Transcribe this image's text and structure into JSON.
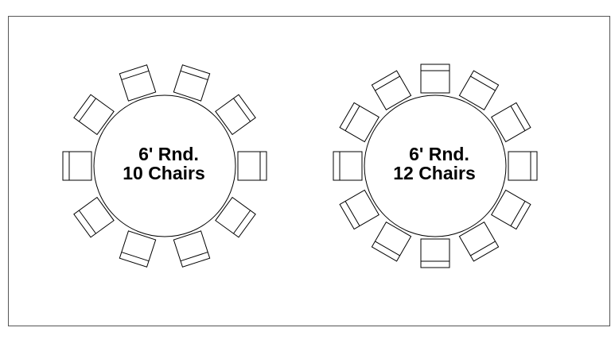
{
  "tables": [
    {
      "name": "table-10",
      "line1": "6' Rnd.",
      "line2": "10 Chairs",
      "chairs": 10,
      "start_angle_deg": 0
    },
    {
      "name": "table-12",
      "line1": "6' Rnd.",
      "line2": "12 Chairs",
      "chairs": 12,
      "start_angle_deg": 0
    }
  ],
  "colors": {
    "line": "#000000",
    "background": "#ffffff",
    "border": "#555555"
  }
}
